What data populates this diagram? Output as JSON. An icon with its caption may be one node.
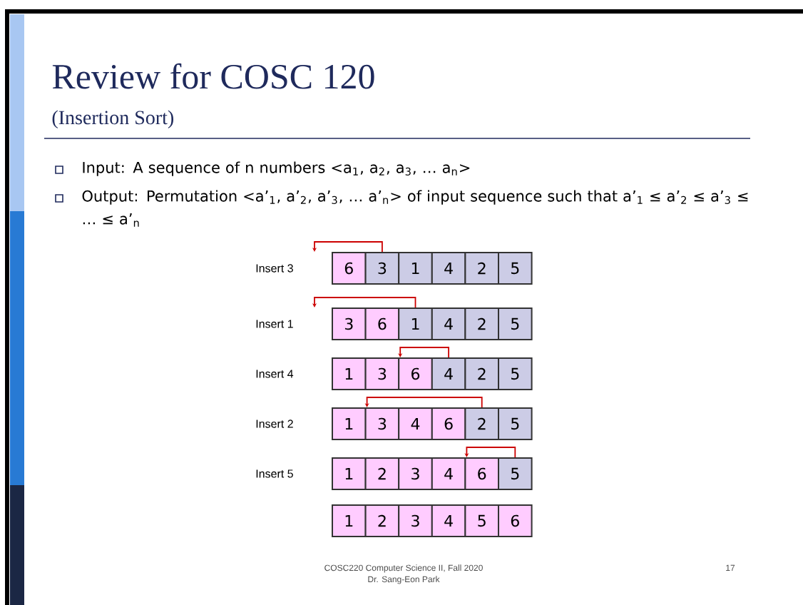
{
  "diagram": {
    "title": "Review for COSC 120",
    "nodes": [
      {
        "text": [
          "6"
        ]
      },
      {
        "text": [
          "3"
        ]
      },
      {
        "text": [
          "1"
        ]
      },
      {
        "text": [
          "4"
        ]
      },
      {
        "text": [
          "2"
        ]
      },
      {
        "text": [
          "5"
        ]
      },
      {
        "text": [
          "3"
        ]
      },
      {
        "text": [
          "6"
        ]
      },
      {
        "text": [
          "1"
        ]
      },
      {
        "text": [
          "4"
        ]
      },
      {
        "text": [
          "2"
        ]
      },
      {
        "text": [
          "5"
        ]
      },
      {
        "text": [
          "1"
        ]
      },
      {
        "text": [
          "3"
        ]
      },
      {
        "text": [
          "6"
        ]
      },
      {
        "text": [
          "4"
        ]
      },
      {
        "text": [
          "2"
        ]
      },
      {
        "text": [
          "5"
        ]
      },
      {
        "text": [
          "1"
        ]
      },
      {
        "text": [
          "3"
        ]
      },
      {
        "text": [
          "4"
        ]
      },
      {
        "text": [
          "6"
        ]
      },
      {
        "text": [
          "2"
        ]
      },
      {
        "text": [
          "5"
        ]
      },
      {
        "text": [
          "1"
        ]
      },
      {
        "text": [
          "2"
        ]
      },
      {
        "text": [
          "3"
        ]
      },
      {
        "text": [
          "4"
        ]
      },
      {
        "text": [
          "6"
        ]
      },
      {
        "text": [
          "5"
        ]
      },
      {
        "text": [
          "1"
        ]
      },
      {
        "text": [
          "2"
        ]
      },
      {
        "text": [
          "3"
        ]
      },
      {
        "text": [
          "4"
        ]
      },
      {
        "text": [
          "5"
        ]
      },
      {
        "text": [
          "6"
        ]
      }
    ],
    "edges": [
      {
        "from": 1,
        "to": 0,
        "arrow": "to"
      },
      {
        "from": 8,
        "to": 6,
        "arrow": "to"
      },
      {
        "from": 15,
        "to": 14,
        "arrow": "to"
      },
      {
        "from": 22,
        "to": 19,
        "arrow": "to"
      },
      {
        "from": 29,
        "to": 28,
        "arrow": "to"
      }
    ],
    "labels": [
      "(Insertion Sort)",
      "Input: A sequence of n numbers  <a$_{1}$, a$_{2}$, a$_{3}$, … a$_{n}$>",
      "Output: Permutation  <a’$_{1}$, a’$_{2}$, a’$_{3}$, … a’$_{n}$>  of input sequence such that a’$_{1}$ ≤ a’$_{2}$ ≤ a’$_{3}$ ≤ … ≤ a’$_{n}$",
      "Insert 3",
      "Insert 1",
      "Insert 4",
      "Insert 2",
      "Insert 5",
      "COSC220 Computer Science II, Fall 2020",
      "Dr. Sang-Eon Park",
      "17"
    ]
  }
}
